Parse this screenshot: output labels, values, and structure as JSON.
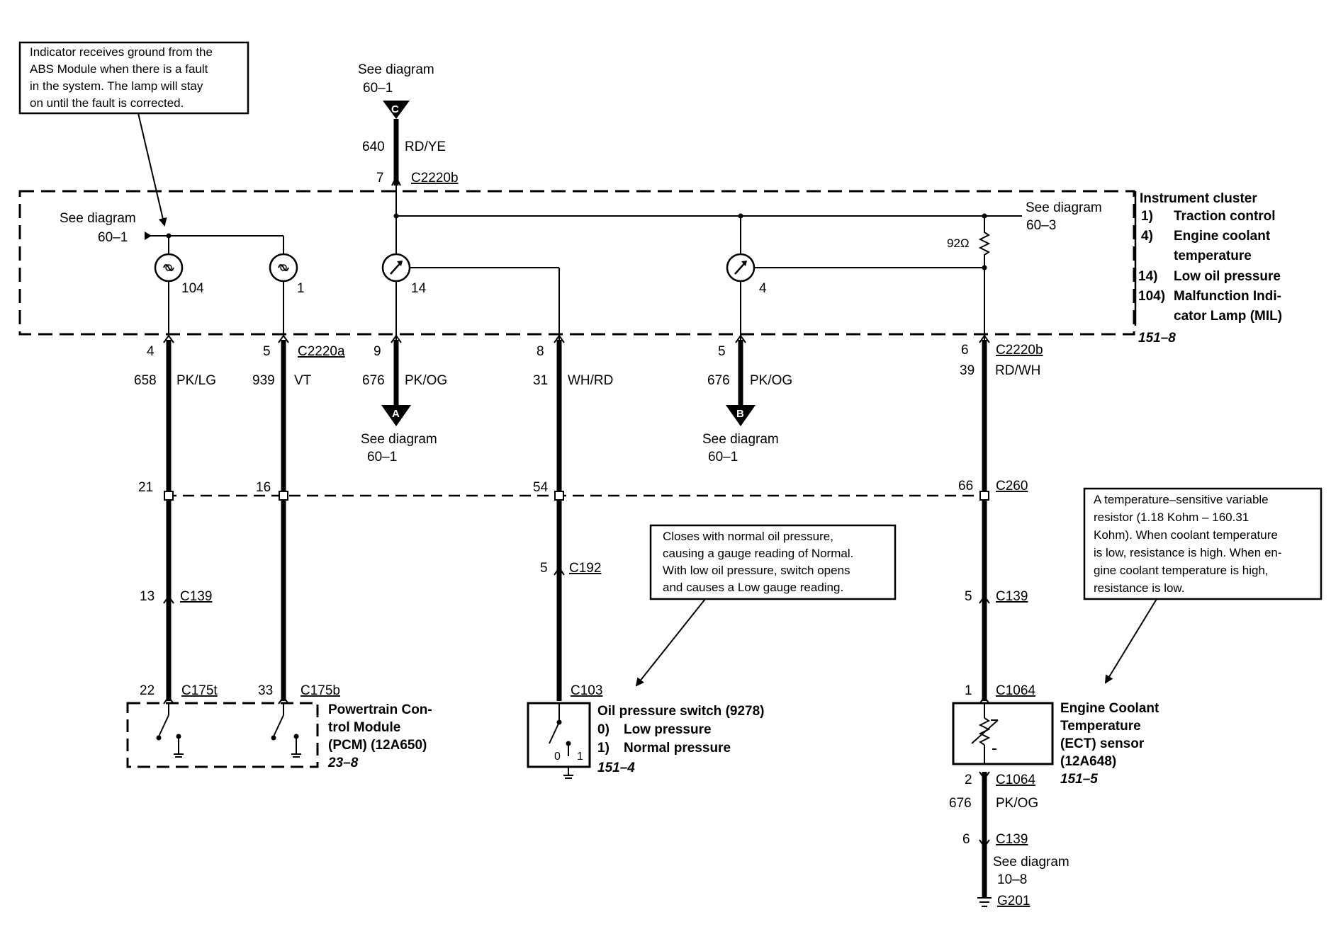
{
  "notes": {
    "abs": [
      "Indicator receives ground from the",
      "ABS Module when there is a fault",
      "in the system. The lamp will stay",
      "on until the fault is corrected."
    ],
    "oil": [
      "Closes with normal oil pressure,",
      "causing a gauge reading of Normal.",
      "With low oil pressure, switch opens",
      "and causes a Low gauge reading."
    ],
    "ect": [
      "A temperature–sensitive variable",
      "resistor (1.18 Kohm – 160.31",
      "Kohm). When coolant temperature",
      "is low, resistance is high. When en-",
      "gine coolant temperature is high,",
      "resistance is low."
    ]
  },
  "refs": {
    "see_diagram": "See diagram",
    "d601": "60–1",
    "d603": "60–3",
    "d108": "10–8",
    "off_c": "C",
    "off_a": "A",
    "off_b": "B"
  },
  "cluster": {
    "title": "Instrument cluster",
    "items": [
      {
        "num": "1)",
        "text": "Traction control"
      },
      {
        "num": "4)",
        "text": "Engine coolant"
      },
      {
        "num": "",
        "text": "temperature"
      },
      {
        "num": "14)",
        "text": "Low oil pressure"
      },
      {
        "num": "104)",
        "text": "Malfunction Indi-"
      },
      {
        "num": "",
        "text": "cator Lamp (MIL)"
      }
    ],
    "page_ref": "151–8",
    "ids": {
      "lamp104": "104",
      "lamp1": "1",
      "gauge14": "14",
      "gauge4": "4"
    },
    "resistor": "92Ω"
  },
  "wires": {
    "c640": "640",
    "c640_color": "RD/YE",
    "pin7": "7",
    "conn_c2220b_top": "C2220b",
    "pins_row1": [
      "4",
      "5",
      "9",
      "8",
      "5",
      "6"
    ],
    "conn_c2220a": "C2220a",
    "conn_c2220b": "C2220b",
    "circuits": [
      "658",
      "939",
      "676",
      "31",
      "676",
      "39"
    ],
    "colors": [
      "PK/LG",
      "VT",
      "PK/OG",
      "WH/RD",
      "PK/OG",
      "RD/WH"
    ],
    "pins_row2": [
      "21",
      "16",
      "54",
      "66"
    ],
    "conn_c260": "C260",
    "pin_c192": "5",
    "conn_c192": "C192",
    "pin13": "13",
    "conn_c139_l": "C139",
    "pin5_c139": "5",
    "conn_c139_r": "C139",
    "pin22": "22",
    "conn_c175t": "C175t",
    "pin33": "33",
    "conn_c175b": "C175b",
    "conn_c103": "C103",
    "pin1_c1064": "1",
    "conn_c1064_top": "C1064",
    "pin2_c1064": "2",
    "conn_c1064_bot": "C1064",
    "c676_bot": "676",
    "c676_bot_color": "PK/OG",
    "pin6_c139": "6",
    "conn_c139_bot": "C139",
    "ground": "G201"
  },
  "pcm": {
    "lines": [
      "Powertrain Con-",
      "trol Module",
      "(PCM) (12A650)"
    ],
    "page_ref": "23–8"
  },
  "oil_switch": {
    "title": "Oil pressure switch (9278)",
    "states": [
      {
        "num": "0)",
        "text": "Low pressure"
      },
      {
        "num": "1)",
        "text": "Normal pressure"
      }
    ],
    "page_ref": "151–4",
    "pos0": "0",
    "pos1": "1"
  },
  "ect": {
    "lines": [
      "Engine Coolant",
      "Temperature",
      "(ECT) sensor",
      "(12A648)"
    ],
    "page_ref": "151–5"
  }
}
